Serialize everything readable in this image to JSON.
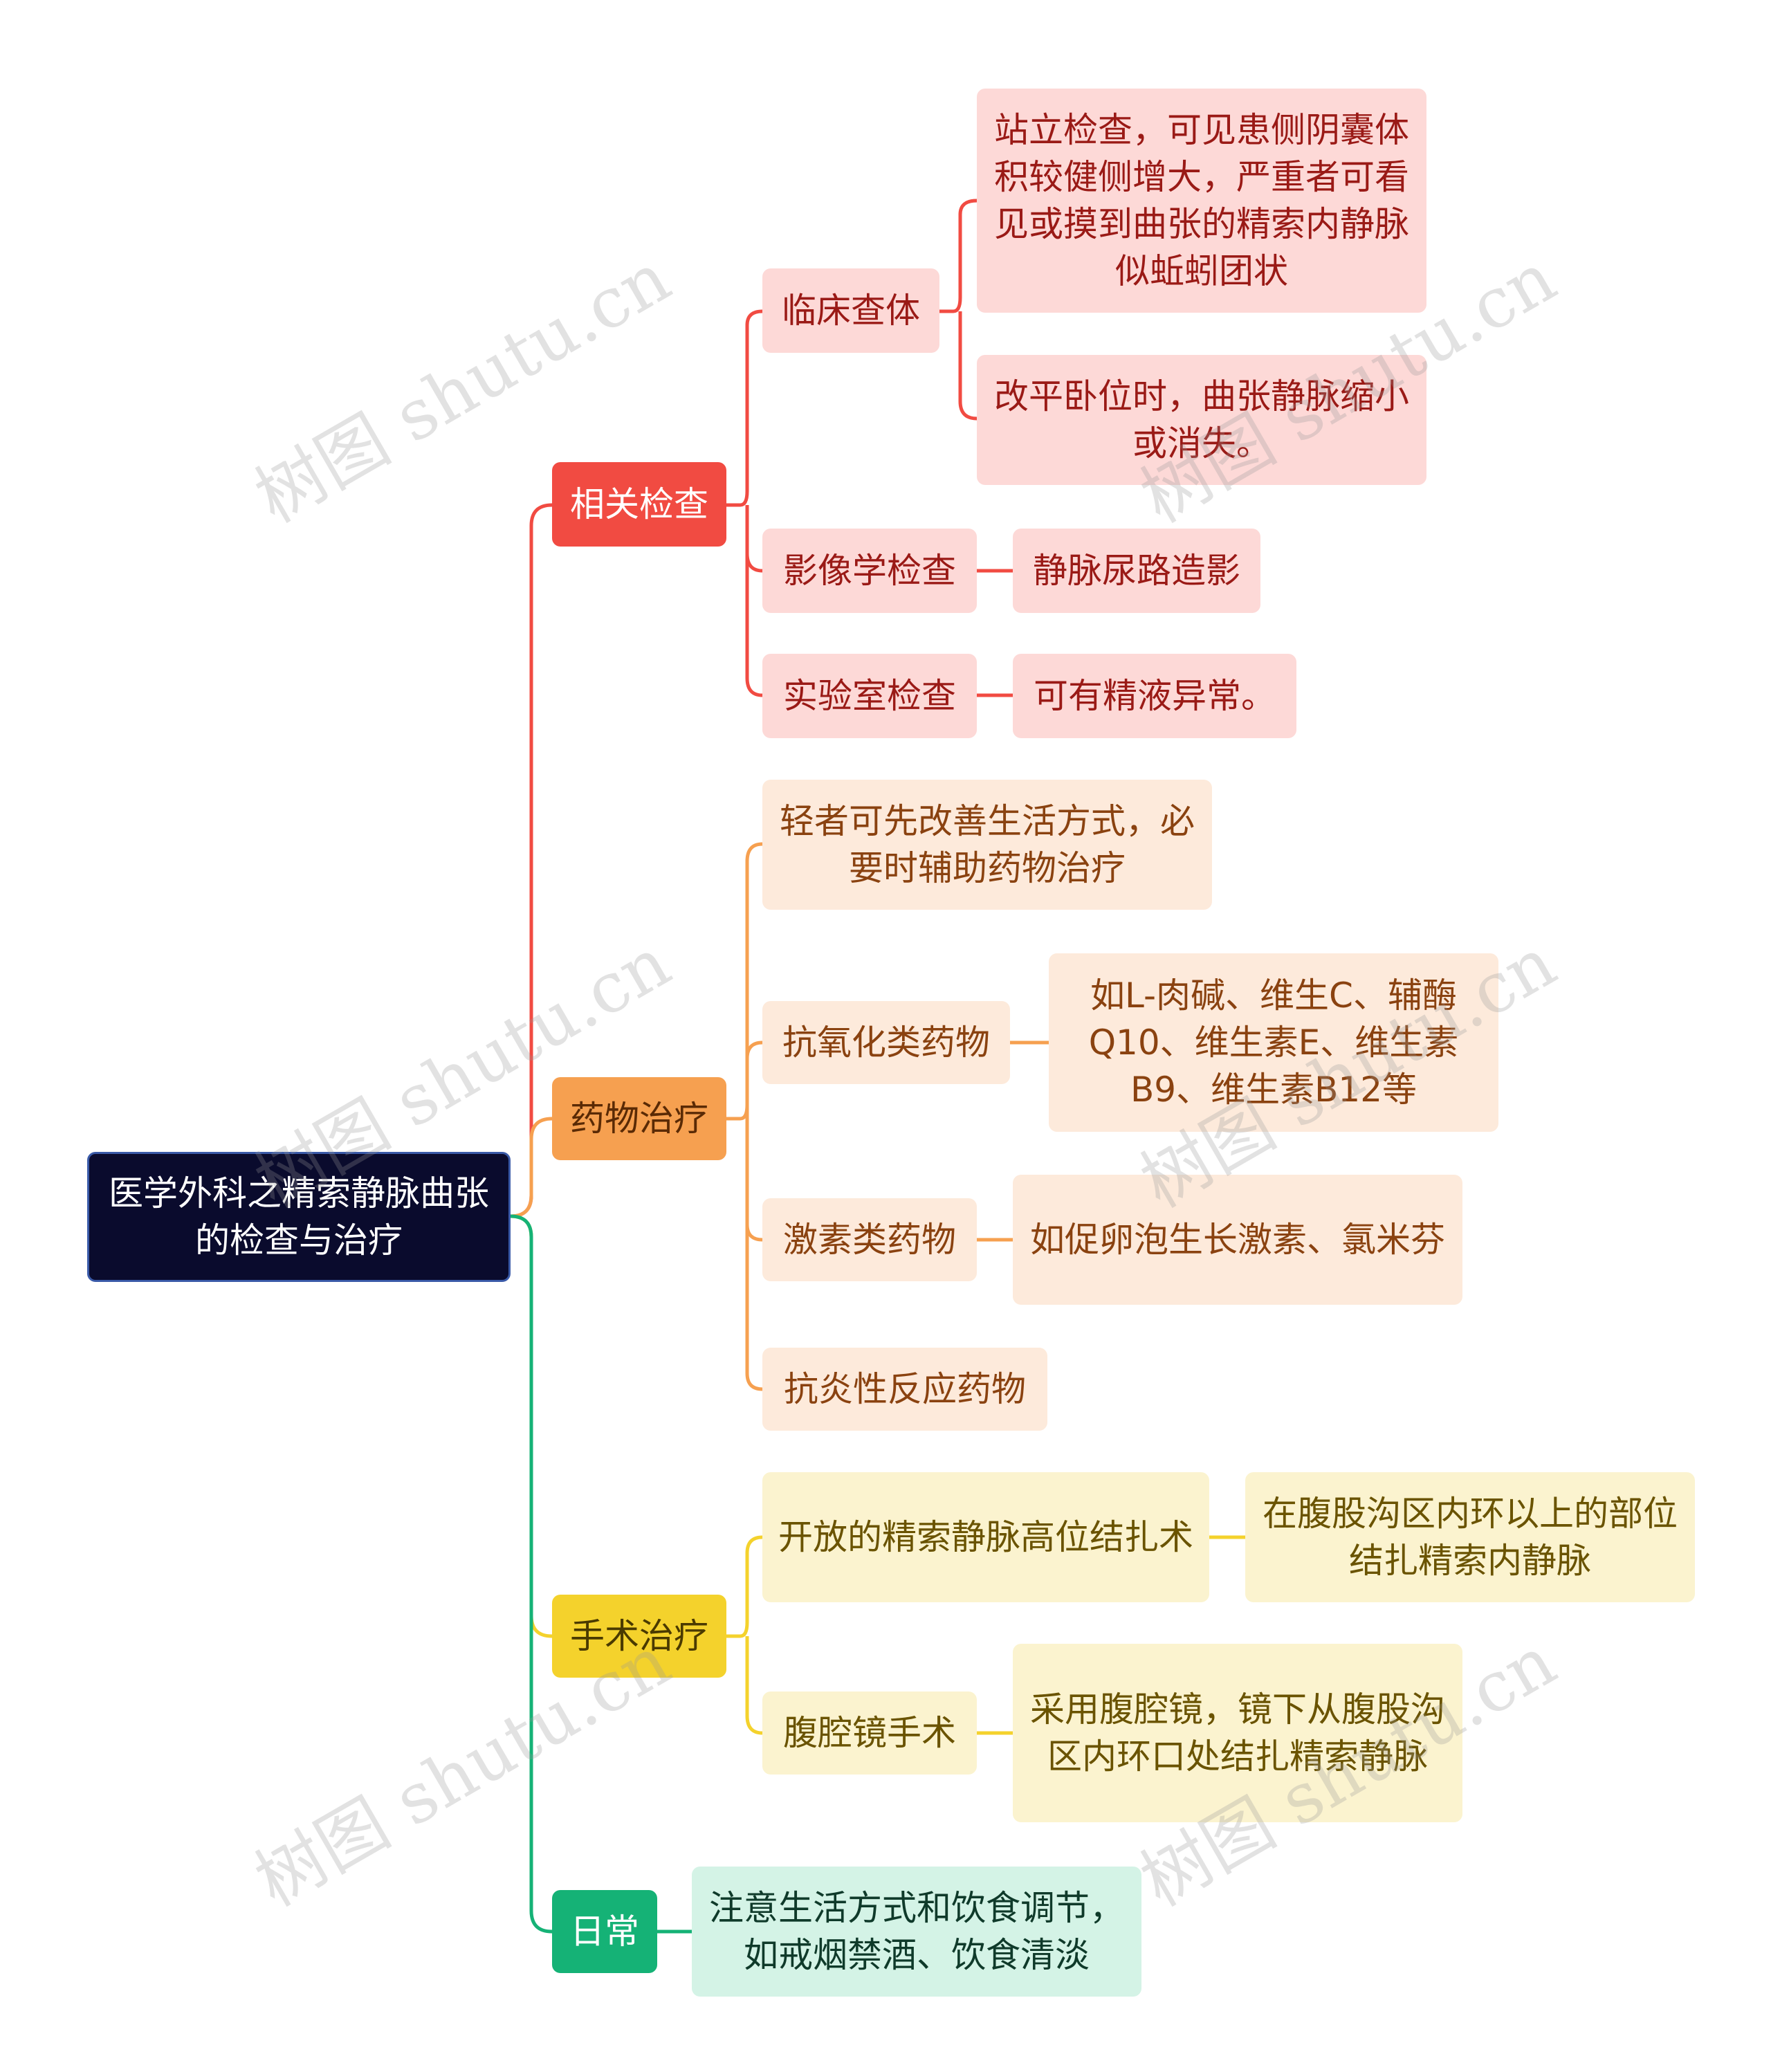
{
  "root": {
    "label": "医学外科之精索静脉曲张的检查与治疗"
  },
  "branches": {
    "exam": {
      "label": "相关检查",
      "clinical": {
        "label": "临床查体",
        "item1": "站立检查，可见患侧阴囊体积较健侧增大，严重者可看见或摸到曲张的精索内静脉似蚯蚓团状",
        "item2": "改平卧位时，曲张静脉缩小或消失。"
      },
      "imaging": {
        "label": "影像学检查",
        "item1": "静脉尿路造影"
      },
      "lab": {
        "label": "实验室检查",
        "item1": "可有精液异常。"
      }
    },
    "drug": {
      "label": "药物治疗",
      "mild": "轻者可先改善生活方式，必要时辅助药物治疗",
      "antioxidant": {
        "label": "抗氧化类药物",
        "item1": "如L-肉碱、维生C、辅酶Q10、维生素E、维生素B9、维生素B12等"
      },
      "hormone": {
        "label": "激素类药物",
        "item1": "如促卵泡生长激素、氯米芬"
      },
      "anti_inflammatory": "抗炎性反应药物"
    },
    "surgery": {
      "label": "手术治疗",
      "open": {
        "label": "开放的精索静脉高位结扎术",
        "item1": "在腹股沟区内环以上的部位结扎精索内静脉"
      },
      "laparoscopic": {
        "label": "腹腔镜手术",
        "item1": "采用腹腔镜，镜下从腹股沟区内环口处结扎精索静脉"
      }
    },
    "daily": {
      "label": "日常",
      "item1": "注意生活方式和饮食调节，如戒烟禁酒、饮食清淡"
    }
  },
  "colors": {
    "red": "#f14b42",
    "orange": "#f6a050",
    "yellow": "#f4d22c",
    "green": "#15b276",
    "root_bg": "#0a0b2d"
  },
  "watermark": "树图 shutu.cn"
}
